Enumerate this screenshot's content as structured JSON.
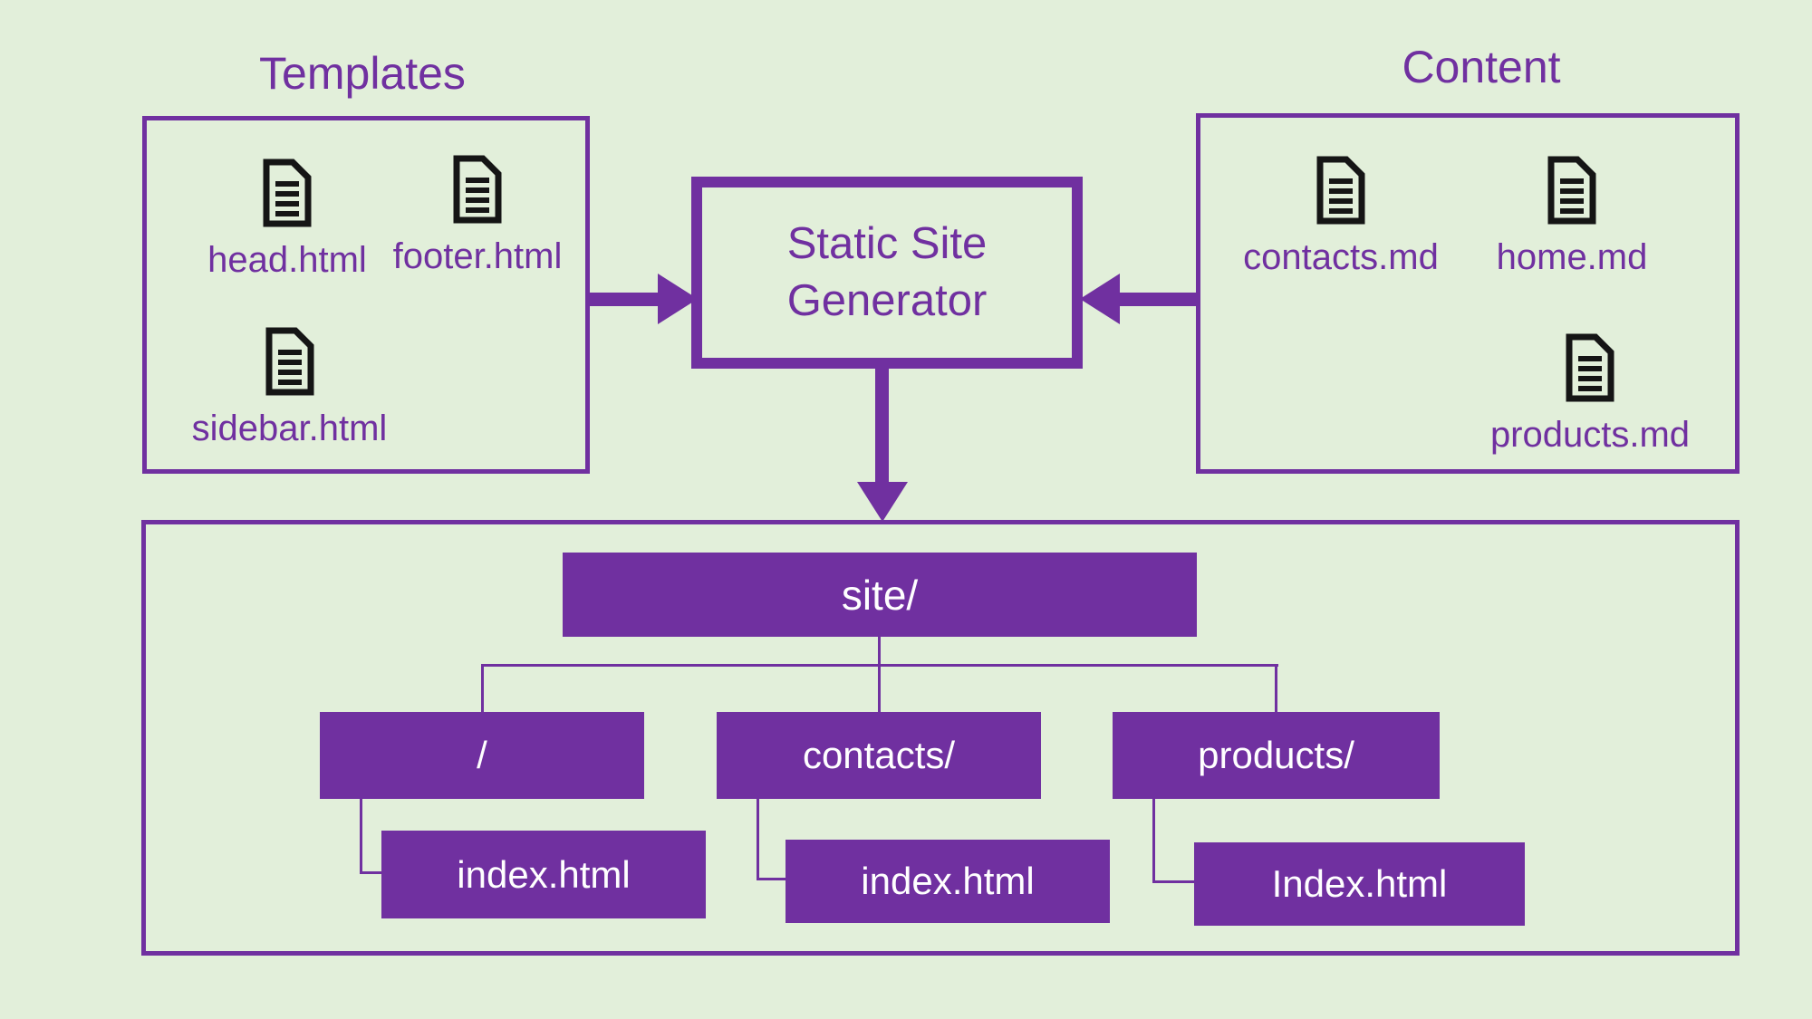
{
  "colors": {
    "background": "#e2efda",
    "purple": "#7030a0",
    "node_fill": "#7030a0",
    "node_text": "#ffffff",
    "icon_black": "#151515"
  },
  "templates_panel": {
    "title": "Templates",
    "files": [
      {
        "label": "head.html",
        "icon": "document-icon"
      },
      {
        "label": "footer.html",
        "icon": "document-icon"
      },
      {
        "label": "sidebar.html",
        "icon": "document-icon"
      }
    ]
  },
  "content_panel": {
    "title": "Content",
    "files": [
      {
        "label": "contacts.md",
        "icon": "document-icon"
      },
      {
        "label": "home.md",
        "icon": "document-icon"
      },
      {
        "label": "products.md",
        "icon": "document-icon"
      }
    ]
  },
  "generator": {
    "line1": "Static Site",
    "line2": "Generator"
  },
  "output_tree": {
    "root_label": "site/",
    "folders": [
      {
        "label": "/",
        "file": "index.html"
      },
      {
        "label": "contacts/",
        "file": "index.html"
      },
      {
        "label": "products/",
        "file": "Index.html"
      }
    ]
  }
}
